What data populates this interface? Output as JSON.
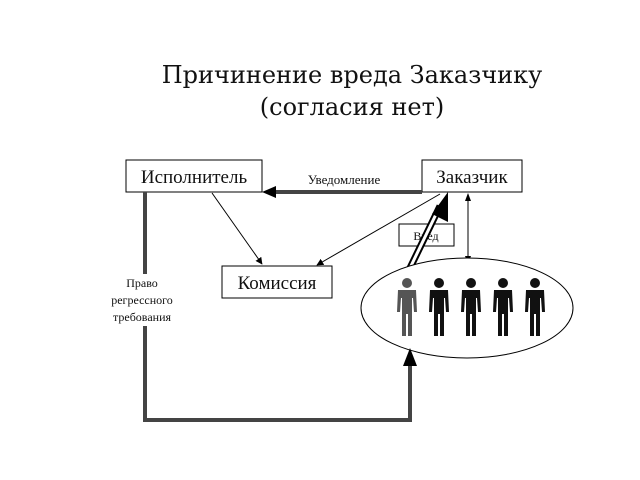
{
  "title": {
    "line1": "Причинение вреда Заказчику",
    "line2": "(согласия нет)"
  },
  "nodes": {
    "executor": "Исполнитель",
    "customer": "Заказчик",
    "commission": "Комиссия",
    "harm": "Вред"
  },
  "edges": {
    "notification": "Уведомление",
    "regress_line1": "Право",
    "regress_line2": "регрессного",
    "regress_line3": "требования"
  },
  "group": {
    "people_count": 5,
    "people_colors": [
      "#555555",
      "#111111",
      "#111111",
      "#111111",
      "#111111"
    ]
  },
  "colors": {
    "line": "#000000",
    "thick_line": "#444444"
  }
}
